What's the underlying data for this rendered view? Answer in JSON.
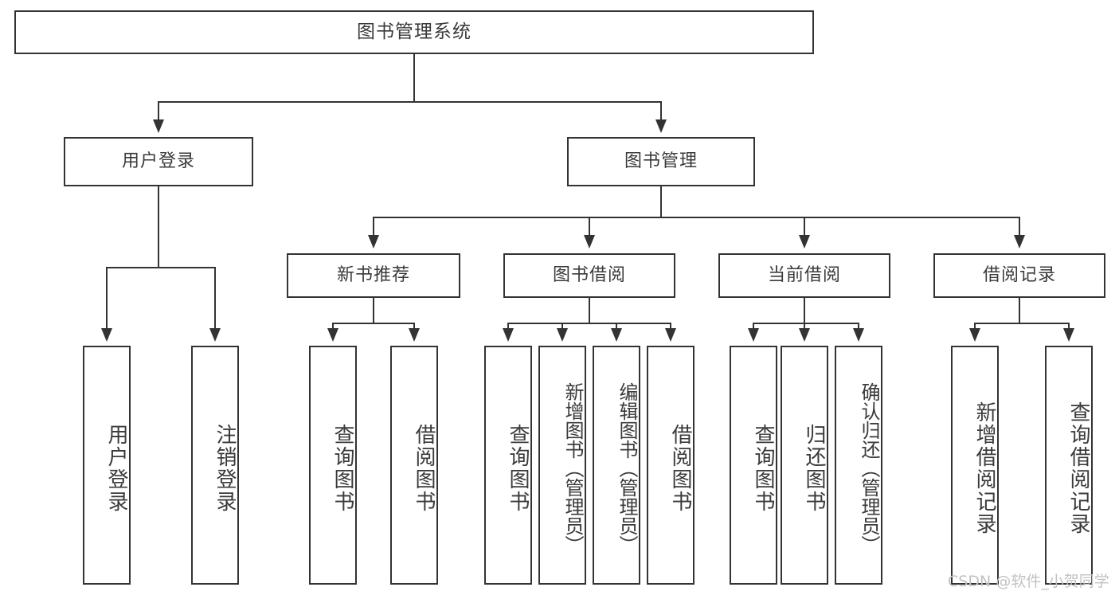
{
  "diagram": {
    "title": "图书管理系统",
    "type": "hierarchy-tree",
    "root": {
      "label": "图书管理系统"
    },
    "level2": [
      {
        "id": "user-login",
        "label": "用户登录"
      },
      {
        "id": "book-management",
        "label": "图书管理"
      }
    ],
    "level3": [
      {
        "id": "new-book-recommend",
        "label": "新书推荐"
      },
      {
        "id": "book-borrow",
        "label": "图书借阅"
      },
      {
        "id": "current-borrow",
        "label": "当前借阅"
      },
      {
        "id": "borrow-record",
        "label": "借阅记录"
      }
    ],
    "leaves": {
      "user_login": [
        {
          "id": "leaf-user-login",
          "label": "用户登录"
        },
        {
          "id": "leaf-logout-login",
          "label": "注销登录"
        }
      ],
      "new_book_recommend": [
        {
          "id": "leaf-query-book-1",
          "label": "查询图书"
        },
        {
          "id": "leaf-borrow-book-1",
          "label": "借阅图书"
        }
      ],
      "book_borrow": [
        {
          "id": "leaf-query-book-2",
          "label": "查询图书"
        },
        {
          "id": "leaf-add-book",
          "label": "新增图书（管理员）"
        },
        {
          "id": "leaf-edit-book",
          "label": "编辑图书（管理员）"
        },
        {
          "id": "leaf-borrow-book-2",
          "label": "借阅图书"
        }
      ],
      "current_borrow": [
        {
          "id": "leaf-query-book-3",
          "label": "查询图书"
        },
        {
          "id": "leaf-return-book",
          "label": "归还图书"
        },
        {
          "id": "leaf-confirm-return",
          "label": "确认归还（管理员）"
        }
      ],
      "borrow_record": [
        {
          "id": "leaf-add-record",
          "label": "新增借阅记录"
        },
        {
          "id": "leaf-query-record",
          "label": "查询借阅记录"
        }
      ]
    }
  },
  "watermark": {
    "text": "CSDN @软件_小贺同学"
  },
  "colors": {
    "border": "#333333",
    "text": "#3a3a3a",
    "background": "#ffffff",
    "watermark": "#c2c2c2"
  }
}
